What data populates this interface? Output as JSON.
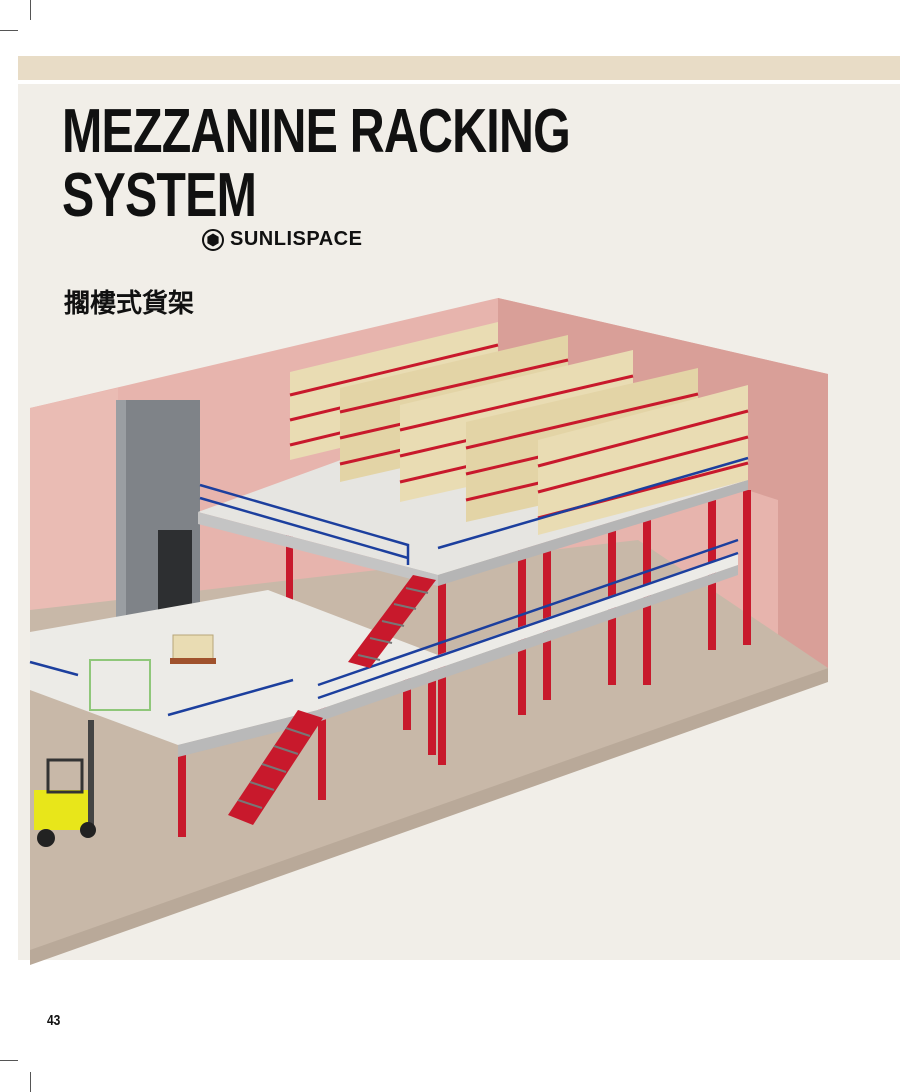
{
  "header": {
    "title_line1": "MEZZANINE RACKING",
    "title_line2": "SYSTEM",
    "subtitle": "擱樓式貨架"
  },
  "brand": {
    "name": "SUNLISPACE",
    "logo_icon": "hexagon-logo-icon"
  },
  "colors": {
    "band": "#e8dcc6",
    "panel": "#f1eee8",
    "wall": "#e7b4ad",
    "post_red": "#c8192c",
    "rail_blue": "#1c3f9e",
    "box_beige": "#e9dcb3",
    "forklift_yellow": "#e8e61a"
  },
  "footer": {
    "page_number": "43"
  }
}
